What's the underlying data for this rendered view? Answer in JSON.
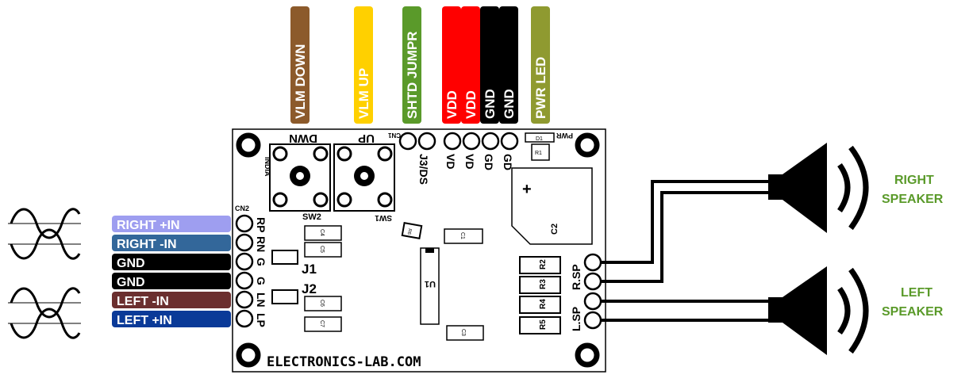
{
  "board": {
    "brand": "ELECTRONICS-LAB.COM",
    "india": "INDIA",
    "sw2": "SW2",
    "sw1": "SW1",
    "dwn": "DWN",
    "up": "UP",
    "cn1": "CN1",
    "pwr": "PWR",
    "cn2": "CN2",
    "j1": "J1",
    "j2": "J2",
    "j3ds": "J3/DS",
    "u1": "U1",
    "c1": "C1",
    "c2": "C2",
    "c3": "C3",
    "c4": "C4",
    "c5": "C5",
    "c6": "C6",
    "c7": "C7",
    "r1": "R1",
    "r2": "R2",
    "r3": "R3",
    "r4": "R4",
    "r5": "R5",
    "r6": "R6",
    "d1": "D1",
    "plus": "+",
    "cn1_pins": [
      "VD",
      "VD",
      "GD",
      "GD"
    ],
    "cn2_pins": [
      "RP",
      "RN",
      "G",
      "G",
      "LN",
      "LP"
    ],
    "rsp": "R.SP",
    "lsp": "L.SP"
  },
  "top_wires": [
    {
      "label": "VLM DOWN",
      "color": "#8c5a2b"
    },
    {
      "label": "VLM UP",
      "color": "#ffd000"
    },
    {
      "label": "SHTD JUMPR",
      "color": "#5a9a2a"
    },
    {
      "label": "VDD",
      "color": "#ff0000"
    },
    {
      "label": "VDD",
      "color": "#ff0000"
    },
    {
      "label": "GND",
      "color": "#000000"
    },
    {
      "label": "GND",
      "color": "#000000"
    },
    {
      "label": "PWR LED",
      "color": "#8f9a30"
    }
  ],
  "inputs": [
    {
      "label": "RIGHT +IN",
      "color": "#9e9ef0"
    },
    {
      "label": "RIGHT -IN",
      "color": "#33679a"
    },
    {
      "label": "GND",
      "color": "#000000"
    },
    {
      "label": "GND",
      "color": "#000000"
    },
    {
      "label": "LEFT -IN",
      "color": "#6b2e2e"
    },
    {
      "label": "LEFT +IN",
      "color": "#0a3a98"
    }
  ],
  "speakers": [
    {
      "label_line1": "RIGHT",
      "label_line2": "SPEAKER",
      "color": "#5a9a2a"
    },
    {
      "label_line1": "LEFT",
      "label_line2": "SPEAKER",
      "color": "#5a9a2a"
    }
  ]
}
